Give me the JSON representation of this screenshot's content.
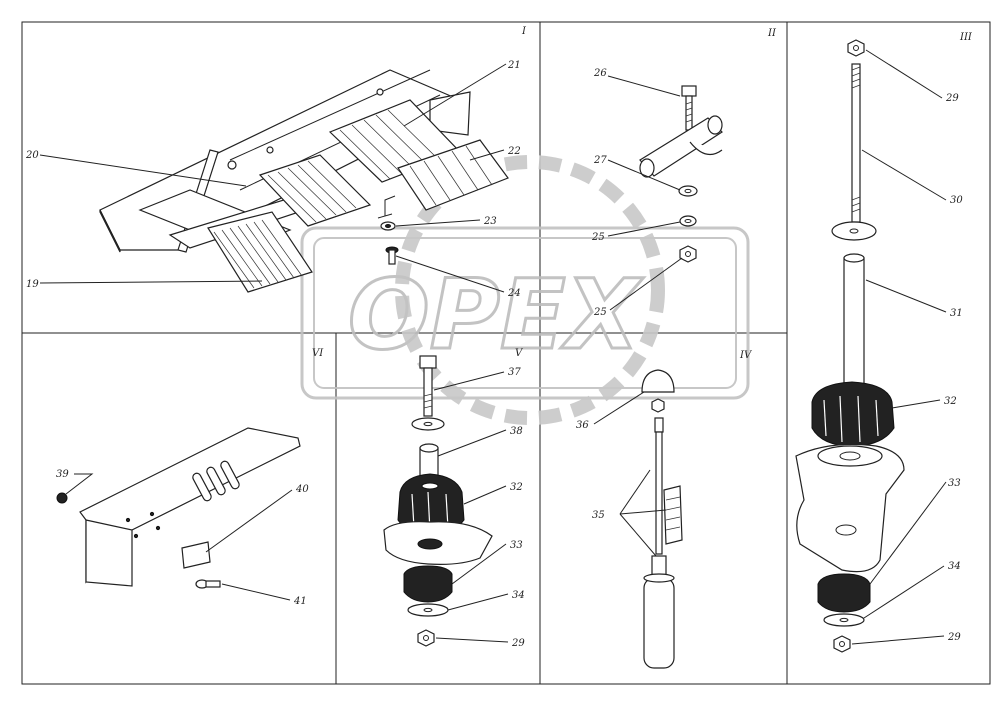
{
  "watermark": "OPEX",
  "panels": {
    "I": {
      "numeral": "I"
    },
    "II": {
      "numeral": "II"
    },
    "III": {
      "numeral": "III"
    },
    "IV": {
      "numeral": "IV"
    },
    "V": {
      "numeral": "V"
    },
    "VI": {
      "numeral": "VI"
    }
  },
  "callouts": {
    "p19": "19",
    "p20": "20",
    "p21": "21",
    "p22": "22",
    "p23": "23",
    "p24": "24",
    "p26": "26",
    "p27": "27",
    "p25a": "25",
    "p25b": "25",
    "p29a": "29",
    "p30": "30",
    "p31": "31",
    "p32a": "32",
    "p33a": "33",
    "p34a": "34",
    "p29b": "29",
    "p36": "36",
    "p35": "35",
    "p37": "37",
    "p38": "38",
    "p32b": "32",
    "p33b": "33",
    "p34b": "34",
    "p29c": "29",
    "p39": "39",
    "p40": "40",
    "p41": "41"
  }
}
